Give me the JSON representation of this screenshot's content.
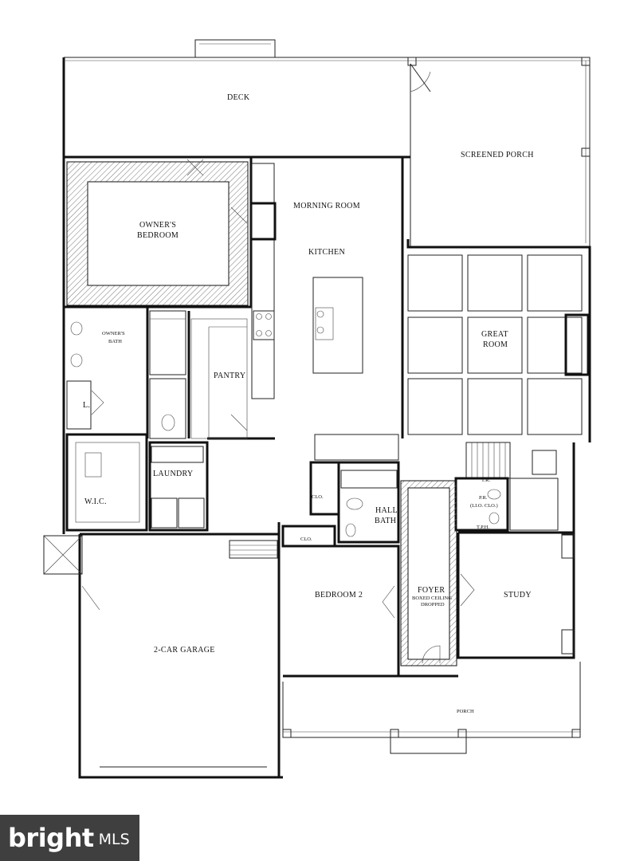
{
  "rooms": {
    "deck": "DECK",
    "screened_porch": "SCREENED PORCH",
    "owners_bedroom_1": "OWNER'S",
    "owners_bedroom_2": "BEDROOM",
    "morning_room": "MORNING ROOM",
    "kitchen": "KITCHEN",
    "owners_bath_1": "OWNER'S",
    "owners_bath_2": "BATH",
    "pantry": "PANTRY",
    "great_room_1": "GREAT",
    "great_room_2": "ROOM",
    "linen": "L.",
    "laundry": "LAUNDRY",
    "wic": "W.I.C.",
    "clo_hall": "CLO.",
    "hall_bath_1": "HALL",
    "hall_bath_2": "BATH",
    "tr": "T.R.",
    "pr": "P.R.",
    "pr_sub": "(LI.O. CLO.)",
    "tph": "T.P.H.",
    "clo_bed2": "CLO.",
    "bedroom_2": "BEDROOM 2",
    "foyer": "FOYER",
    "foyer_sub_1": "BOXED CEILING",
    "foyer_sub_2": "DROPPED",
    "study": "STUDY",
    "garage": "2-CAR GARAGE",
    "porch": "PORCH"
  },
  "watermark": {
    "brand": "bright",
    "suffix": "MLS"
  }
}
